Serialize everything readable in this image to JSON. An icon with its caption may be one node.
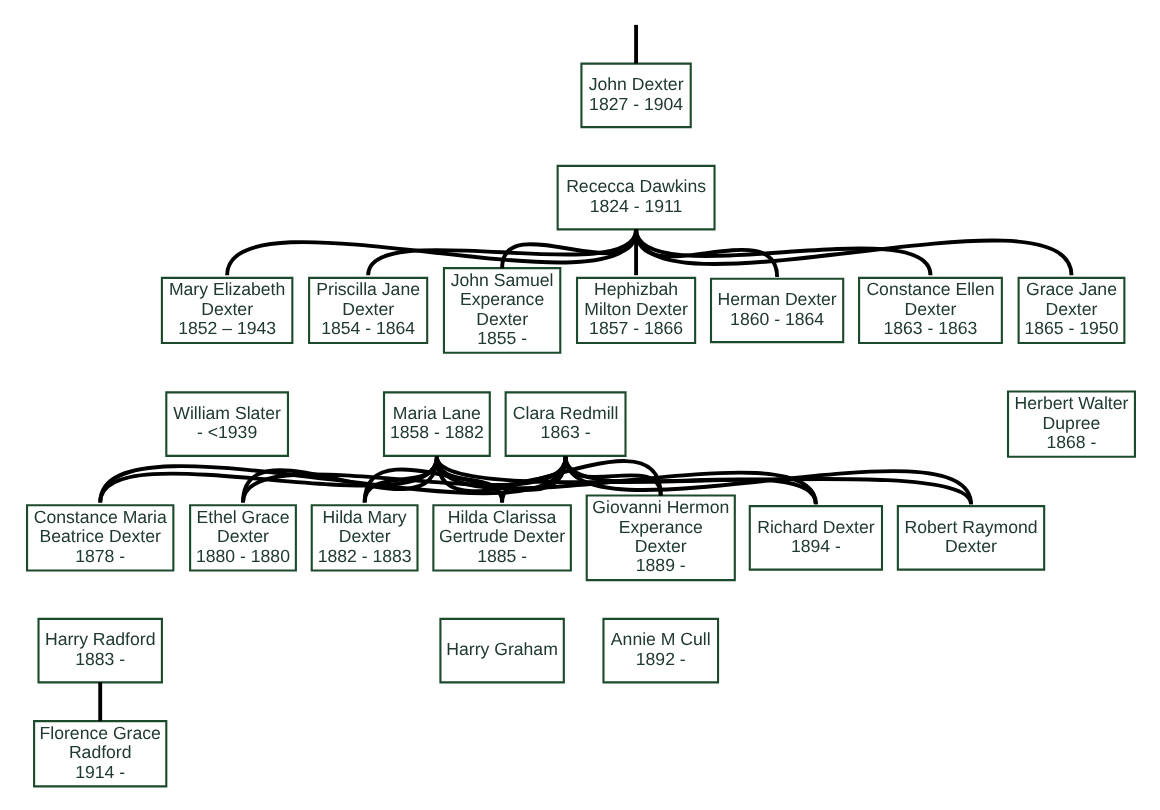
{
  "diagram": {
    "nodes": [
      {
        "text": [
          "John Dexter",
          "1827 - 1904"
        ]
      },
      {
        "text": [
          "Rececca Dawkins",
          "1824 - 1911"
        ]
      },
      {
        "text": [
          "Mary Elizabeth Dexter",
          "1852 – 1943"
        ]
      },
      {
        "text": [
          "Priscilla Jane Dexter",
          "1854 - 1864"
        ]
      },
      {
        "text": [
          "John Samuel Experance Dexter",
          "1855 -"
        ]
      },
      {
        "text": [
          "Hephizbah Milton Dexter",
          "1857 - 1866"
        ]
      },
      {
        "text": [
          "Herman Dexter",
          "1860 - 1864"
        ]
      },
      {
        "text": [
          "Constance Ellen Dexter",
          "1863 - 1863"
        ]
      },
      {
        "text": [
          "Grace Jane Dexter",
          "1865 - 1950"
        ]
      },
      {
        "text": [
          "William Slater",
          "- <1939"
        ]
      },
      {
        "text": [
          "Maria Lane",
          "1858 - 1882"
        ]
      },
      {
        "text": [
          "Clara Redmill",
          "1863 -"
        ]
      },
      {
        "text": [
          "Herbert Walter Dupree",
          "1868 -"
        ]
      },
      {
        "text": [
          "Constance Maria Beatrice Dexter",
          "1878 -"
        ]
      },
      {
        "text": [
          "Ethel Grace Dexter",
          "1880 - 1880"
        ]
      },
      {
        "text": [
          "Hilda Mary Dexter",
          "1882 - 1883"
        ]
      },
      {
        "text": [
          "Hilda Clarissa Gertrude Dexter",
          "1885 -"
        ]
      },
      {
        "text": [
          "Giovanni Hermon Experance Dexter",
          "1889 -"
        ]
      },
      {
        "text": [
          "Richard Dexter",
          "1894 -"
        ]
      },
      {
        "text": [
          "Robert Raymond Dexter"
        ]
      },
      {
        "text": [
          "Harry Radford",
          "1883 -"
        ]
      },
      {
        "text": [
          "Harry Graham"
        ]
      },
      {
        "text": [
          "Annie M Cull",
          "1892 -"
        ]
      },
      {
        "text": [
          "Florence Grace Radford",
          "1914 -"
        ]
      }
    ],
    "edges": [
      {
        "from": null,
        "to": 0,
        "arrow": "none"
      },
      {
        "from": 1,
        "to": 2,
        "arrow": "none"
      },
      {
        "from": 1,
        "to": 3,
        "arrow": "none"
      },
      {
        "from": 1,
        "to": 4,
        "arrow": "none"
      },
      {
        "from": 1,
        "to": 5,
        "arrow": "none"
      },
      {
        "from": 1,
        "to": 6,
        "arrow": "none"
      },
      {
        "from": 1,
        "to": 7,
        "arrow": "none"
      },
      {
        "from": 1,
        "to": 8,
        "arrow": "none"
      },
      {
        "from": 10,
        "to": 13,
        "arrow": "none"
      },
      {
        "from": 10,
        "to": 14,
        "arrow": "none"
      },
      {
        "from": 10,
        "to": 15,
        "arrow": "none"
      },
      {
        "from": 10,
        "to": 16,
        "arrow": "none"
      },
      {
        "from": 10,
        "to": 17,
        "arrow": "none"
      },
      {
        "from": 10,
        "to": 18,
        "arrow": "none"
      },
      {
        "from": 10,
        "to": 19,
        "arrow": "none"
      },
      {
        "from": 11,
        "to": 13,
        "arrow": "none"
      },
      {
        "from": 11,
        "to": 14,
        "arrow": "none"
      },
      {
        "from": 11,
        "to": 15,
        "arrow": "none"
      },
      {
        "from": 11,
        "to": 16,
        "arrow": "none"
      },
      {
        "from": 11,
        "to": 17,
        "arrow": "none"
      },
      {
        "from": 11,
        "to": 18,
        "arrow": "none"
      },
      {
        "from": 11,
        "to": 19,
        "arrow": "none"
      },
      {
        "from": 20,
        "to": 23,
        "arrow": "none"
      }
    ]
  }
}
